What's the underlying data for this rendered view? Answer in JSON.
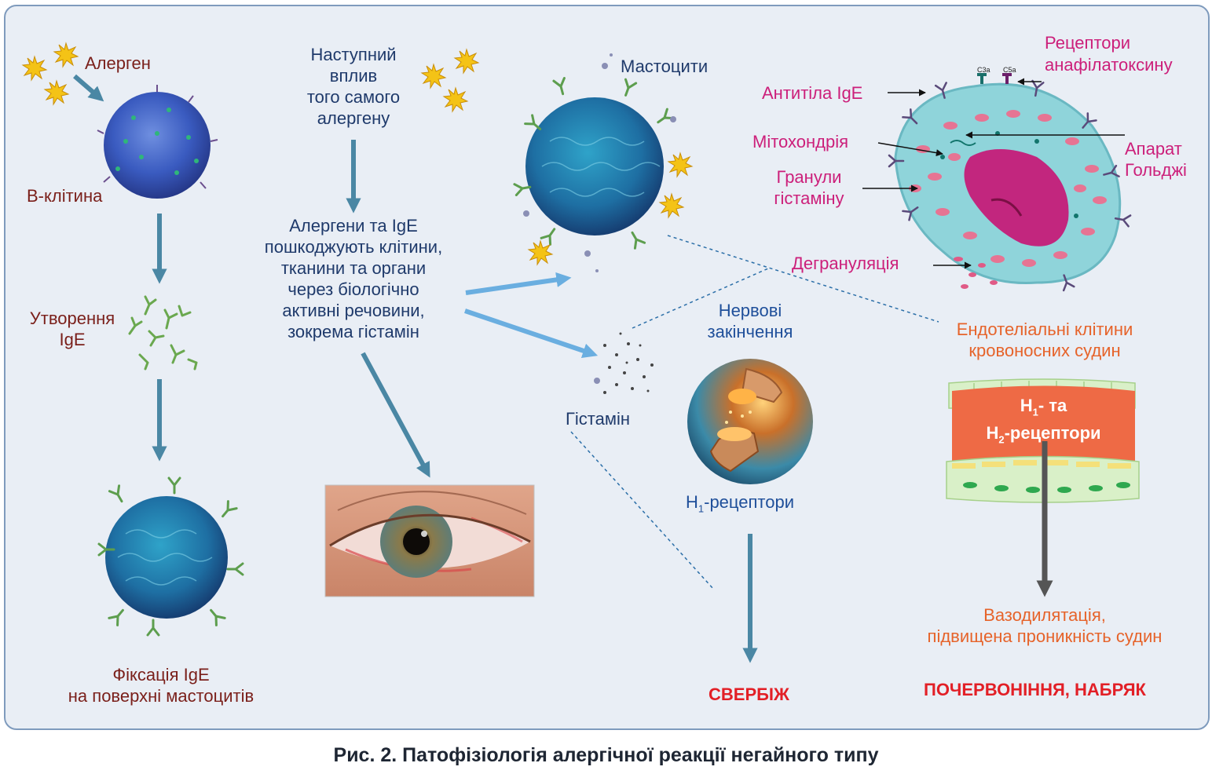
{
  "colors": {
    "panel_bg": "#e9eef5",
    "panel_border": "#7f9bbd",
    "arrow_teal": "#4a87a4",
    "arrow_light": "#6aaee0",
    "maroon": "#7a1f1a",
    "navy": "#1f3a6b",
    "magenta": "#cc1f7a",
    "orange": "#e6632a",
    "red": "#e21f26"
  },
  "icons": [
    "allergen-star-icon",
    "b-cell-icon",
    "ige-antibody-icon",
    "mast-cell-icon",
    "eye-photo-icon",
    "nerve-ending-icon",
    "cell-schematic-icon",
    "blood-vessel-icon"
  ],
  "labels": {
    "allergen": "Алерген",
    "b_cell": "В-клітина",
    "ige_formation_1": "Утворення",
    "ige_formation_2": "IgE",
    "fixation_1": "Фіксація IgE",
    "fixation_2": "на поверхні мастоцитів",
    "next_exposure": [
      "Наступний",
      "вплив",
      "того самого",
      "алергену"
    ],
    "damage": [
      "Алергени та IgE",
      "пошкоджують клітини,",
      "тканини та органи",
      "через біологічно",
      "активні речовини,",
      "зокрема гістамін"
    ],
    "mast_cells": "Мастоцити",
    "histamine": "Гістамін",
    "nerve_endings_1": "Нервові",
    "nerve_endings_2": "закінчення",
    "h1_receptors": "-рецептори",
    "h1_letter": "H",
    "h1_sub": "1",
    "itch": "СВЕРБІЖ",
    "antibodies_ige": "Антитіла IgE",
    "anaphylatoxin_1": "Рецептори",
    "anaphylatoxin_2": "анафілатоксину",
    "c3a": "C3a",
    "c5a": "C5a",
    "mitochondria": "Мітохондрія",
    "golgi_1": "Апарат",
    "golgi_2": "Гольджі",
    "histamine_granules_1": "Гранули",
    "histamine_granules_2": "гістаміну",
    "degranulation": "Дегрануляція",
    "endothelial_1": "Ендотеліальні клітини",
    "endothelial_2": "кровоносних судин",
    "vessel_h1": "- та",
    "vessel_h2": "-рецептори",
    "vessel_h": "H",
    "vessel_sub1": "1",
    "vessel_sub2": "2",
    "vasodilation_1": "Вазодилятація,",
    "vasodilation_2": "підвищена проникність судин",
    "redness": "ПОЧЕРВОНІННЯ, НАБРЯК"
  },
  "caption": "Рис. 2. Патофізіологія алергічної реакції негайного типу"
}
